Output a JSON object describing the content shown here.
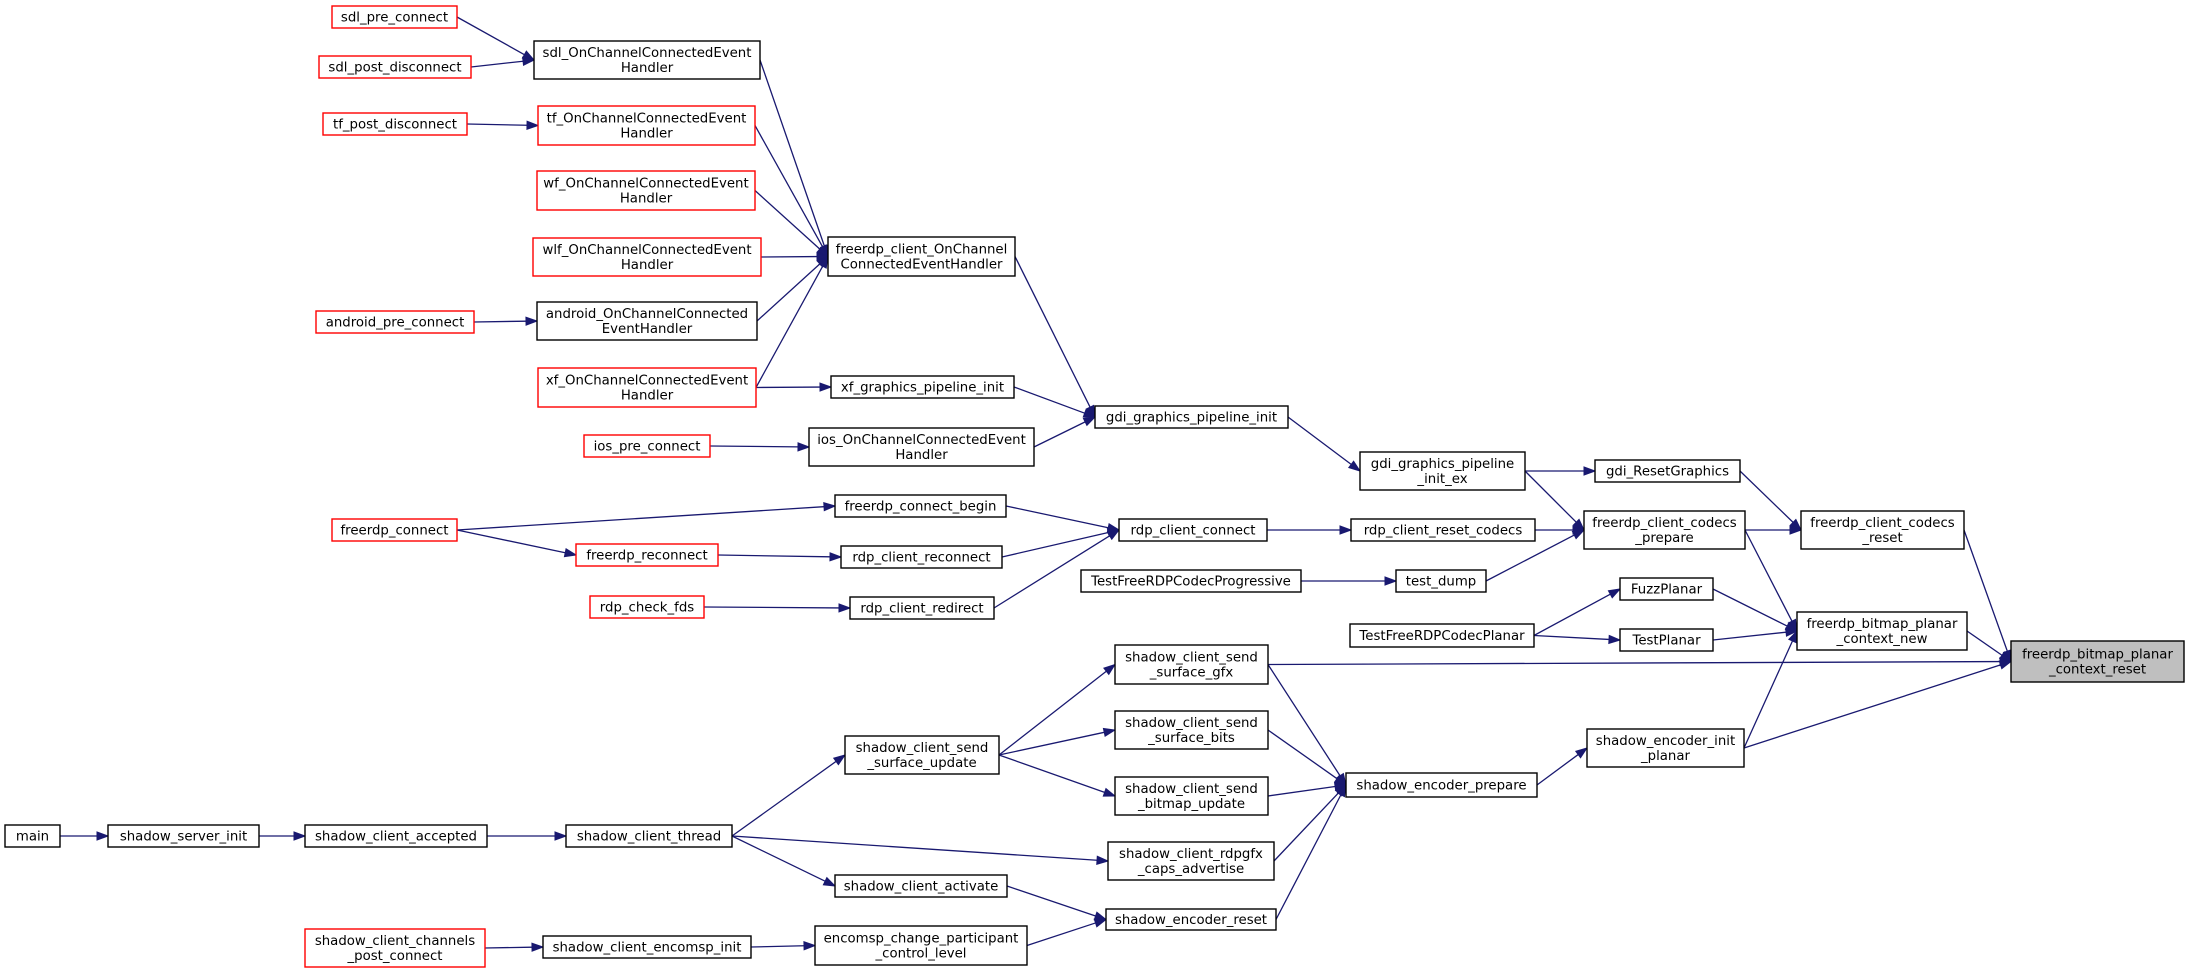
{
  "colors": {
    "edge": "#191970",
    "node_border_normal": "#000000",
    "node_border_truncated": "#ff0000",
    "node_fill": "#ffffff",
    "node_fill_root": "#bfbfbf"
  },
  "nodes": [
    {
      "id": "freerdp_bitmap_planar_context_reset",
      "lines": [
        "freerdp_bitmap_planar",
        "_context_reset"
      ],
      "kind": "root"
    },
    {
      "id": "freerdp_client_codecs_reset",
      "lines": [
        "freerdp_client_codecs",
        "_reset"
      ],
      "kind": "normal"
    },
    {
      "id": "freerdp_bitmap_planar_context_new",
      "lines": [
        "freerdp_bitmap_planar",
        "_context_new"
      ],
      "kind": "normal"
    },
    {
      "id": "shadow_encoder_init_planar",
      "lines": [
        "shadow_encoder_init",
        "_planar"
      ],
      "kind": "normal"
    },
    {
      "id": "gdi_ResetGraphics",
      "lines": [
        "gdi_ResetGraphics"
      ],
      "kind": "normal"
    },
    {
      "id": "freerdp_client_codecs_prepare",
      "lines": [
        "freerdp_client_codecs",
        "_prepare"
      ],
      "kind": "normal"
    },
    {
      "id": "FuzzPlanar",
      "lines": [
        "FuzzPlanar"
      ],
      "kind": "normal"
    },
    {
      "id": "TestPlanar",
      "lines": [
        "TestPlanar"
      ],
      "kind": "normal"
    },
    {
      "id": "gdi_graphics_pipeline_init_ex",
      "lines": [
        "gdi_graphics_pipeline",
        "_init_ex"
      ],
      "kind": "normal"
    },
    {
      "id": "rdp_client_reset_codecs",
      "lines": [
        "rdp_client_reset_codecs"
      ],
      "kind": "normal"
    },
    {
      "id": "test_dump",
      "lines": [
        "test_dump"
      ],
      "kind": "normal"
    },
    {
      "id": "TestFreeRDPCodecPlanar",
      "lines": [
        "TestFreeRDPCodecPlanar"
      ],
      "kind": "normal"
    },
    {
      "id": "shadow_encoder_prepare",
      "lines": [
        "shadow_encoder_prepare"
      ],
      "kind": "normal"
    },
    {
      "id": "gdi_graphics_pipeline_init",
      "lines": [
        "gdi_graphics_pipeline_init"
      ],
      "kind": "normal"
    },
    {
      "id": "rdp_client_connect",
      "lines": [
        "rdp_client_connect"
      ],
      "kind": "normal"
    },
    {
      "id": "TestFreeRDPCodecProgressive",
      "lines": [
        "TestFreeRDPCodecProgressive"
      ],
      "kind": "normal"
    },
    {
      "id": "shadow_client_send_surface_gfx",
      "lines": [
        "shadow_client_send",
        "_surface_gfx"
      ],
      "kind": "normal"
    },
    {
      "id": "shadow_client_send_surface_bits",
      "lines": [
        "shadow_client_send",
        "_surface_bits"
      ],
      "kind": "normal"
    },
    {
      "id": "shadow_client_send_bitmap_update",
      "lines": [
        "shadow_client_send",
        "_bitmap_update"
      ],
      "kind": "normal"
    },
    {
      "id": "shadow_client_rdpgfx_caps_advertise",
      "lines": [
        "shadow_client_rdpgfx",
        "_caps_advertise"
      ],
      "kind": "normal"
    },
    {
      "id": "shadow_encoder_reset",
      "lines": [
        "shadow_encoder_reset"
      ],
      "kind": "normal"
    },
    {
      "id": "freerdp_client_OnChannelConnectedEventHandler",
      "lines": [
        "freerdp_client_OnChannel",
        "ConnectedEventHandler"
      ],
      "kind": "normal"
    },
    {
      "id": "xf_graphics_pipeline_init",
      "lines": [
        "xf_graphics_pipeline_init"
      ],
      "kind": "normal"
    },
    {
      "id": "ios_OnChannelConnectedEventHandler",
      "lines": [
        "ios_OnChannelConnectedEvent",
        "Handler"
      ],
      "kind": "normal"
    },
    {
      "id": "freerdp_connect_begin",
      "lines": [
        "freerdp_connect_begin"
      ],
      "kind": "normal"
    },
    {
      "id": "rdp_client_reconnect",
      "lines": [
        "rdp_client_reconnect"
      ],
      "kind": "normal"
    },
    {
      "id": "rdp_client_redirect",
      "lines": [
        "rdp_client_redirect"
      ],
      "kind": "normal"
    },
    {
      "id": "shadow_client_send_surface_update",
      "lines": [
        "shadow_client_send",
        "_surface_update"
      ],
      "kind": "normal"
    },
    {
      "id": "shadow_client_thread",
      "lines": [
        "shadow_client_thread"
      ],
      "kind": "normal"
    },
    {
      "id": "shadow_client_activate",
      "lines": [
        "shadow_client_activate"
      ],
      "kind": "normal"
    },
    {
      "id": "encomsp_change_participant_control_level",
      "lines": [
        "encomsp_change_participant",
        "_control_level"
      ],
      "kind": "normal"
    },
    {
      "id": "sdl_OnChannelConnectedEventHandler",
      "lines": [
        "sdl_OnChannelConnectedEvent",
        "Handler"
      ],
      "kind": "normal"
    },
    {
      "id": "tf_OnChannelConnectedEventHandler",
      "lines": [
        "tf_OnChannelConnectedEvent",
        "Handler"
      ],
      "kind": "truncated"
    },
    {
      "id": "wf_OnChannelConnectedEventHandler",
      "lines": [
        "wf_OnChannelConnectedEvent",
        "Handler"
      ],
      "kind": "truncated"
    },
    {
      "id": "wlf_OnChannelConnectedEventHandler",
      "lines": [
        "wlf_OnChannelConnectedEvent",
        "Handler"
      ],
      "kind": "truncated"
    },
    {
      "id": "android_OnChannelConnectedEventHandler",
      "lines": [
        "android_OnChannelConnected",
        "EventHandler"
      ],
      "kind": "normal"
    },
    {
      "id": "xf_OnChannelConnectedEventHandler",
      "lines": [
        "xf_OnChannelConnectedEvent",
        "Handler"
      ],
      "kind": "truncated"
    },
    {
      "id": "ios_pre_connect",
      "lines": [
        "ios_pre_connect"
      ],
      "kind": "truncated"
    },
    {
      "id": "freerdp_connect",
      "lines": [
        "freerdp_connect"
      ],
      "kind": "truncated"
    },
    {
      "id": "freerdp_reconnect",
      "lines": [
        "freerdp_reconnect"
      ],
      "kind": "truncated"
    },
    {
      "id": "rdp_check_fds",
      "lines": [
        "rdp_check_fds"
      ],
      "kind": "truncated"
    },
    {
      "id": "shadow_client_accepted",
      "lines": [
        "shadow_client_accepted"
      ],
      "kind": "normal"
    },
    {
      "id": "shadow_client_encomsp_init",
      "lines": [
        "shadow_client_encomsp_init"
      ],
      "kind": "normal"
    },
    {
      "id": "sdl_pre_connect",
      "lines": [
        "sdl_pre_connect"
      ],
      "kind": "truncated"
    },
    {
      "id": "sdl_post_disconnect",
      "lines": [
        "sdl_post_disconnect"
      ],
      "kind": "truncated"
    },
    {
      "id": "tf_post_disconnect",
      "lines": [
        "tf_post_disconnect"
      ],
      "kind": "truncated"
    },
    {
      "id": "android_pre_connect",
      "lines": [
        "android_pre_connect"
      ],
      "kind": "truncated"
    },
    {
      "id": "shadow_server_init",
      "lines": [
        "shadow_server_init"
      ],
      "kind": "normal"
    },
    {
      "id": "shadow_client_channels_post_connect",
      "lines": [
        "shadow_client_channels",
        "_post_connect"
      ],
      "kind": "truncated"
    },
    {
      "id": "main",
      "lines": [
        "main"
      ],
      "kind": "normal"
    }
  ],
  "edges": [
    {
      "from": "freerdp_client_codecs_reset",
      "to": "freerdp_bitmap_planar_context_reset"
    },
    {
      "from": "freerdp_bitmap_planar_context_new",
      "to": "freerdp_bitmap_planar_context_reset"
    },
    {
      "from": "shadow_client_send_surface_gfx",
      "to": "freerdp_bitmap_planar_context_reset"
    },
    {
      "from": "shadow_encoder_init_planar",
      "to": "freerdp_bitmap_planar_context_reset"
    },
    {
      "from": "gdi_ResetGraphics",
      "to": "freerdp_client_codecs_reset"
    },
    {
      "from": "freerdp_client_codecs_prepare",
      "to": "freerdp_client_codecs_reset"
    },
    {
      "from": "freerdp_client_codecs_prepare",
      "to": "freerdp_bitmap_planar_context_new"
    },
    {
      "from": "FuzzPlanar",
      "to": "freerdp_bitmap_planar_context_new"
    },
    {
      "from": "TestPlanar",
      "to": "freerdp_bitmap_planar_context_new"
    },
    {
      "from": "shadow_encoder_init_planar",
      "to": "freerdp_bitmap_planar_context_new"
    },
    {
      "from": "gdi_graphics_pipeline_init_ex",
      "to": "gdi_ResetGraphics"
    },
    {
      "from": "gdi_graphics_pipeline_init_ex",
      "to": "freerdp_client_codecs_prepare"
    },
    {
      "from": "rdp_client_reset_codecs",
      "to": "freerdp_client_codecs_prepare"
    },
    {
      "from": "test_dump",
      "to": "freerdp_client_codecs_prepare"
    },
    {
      "from": "TestFreeRDPCodecPlanar",
      "to": "FuzzPlanar"
    },
    {
      "from": "TestFreeRDPCodecPlanar",
      "to": "TestPlanar"
    },
    {
      "from": "shadow_encoder_prepare",
      "to": "shadow_encoder_init_planar"
    },
    {
      "from": "gdi_graphics_pipeline_init",
      "to": "gdi_graphics_pipeline_init_ex"
    },
    {
      "from": "rdp_client_connect",
      "to": "rdp_client_reset_codecs"
    },
    {
      "from": "TestFreeRDPCodecProgressive",
      "to": "test_dump"
    },
    {
      "from": "shadow_client_send_surface_gfx",
      "to": "shadow_encoder_prepare"
    },
    {
      "from": "shadow_client_send_surface_bits",
      "to": "shadow_encoder_prepare"
    },
    {
      "from": "shadow_client_send_bitmap_update",
      "to": "shadow_encoder_prepare"
    },
    {
      "from": "shadow_client_rdpgfx_caps_advertise",
      "to": "shadow_encoder_prepare"
    },
    {
      "from": "shadow_encoder_reset",
      "to": "shadow_encoder_prepare"
    },
    {
      "from": "freerdp_client_OnChannelConnectedEventHandler",
      "to": "gdi_graphics_pipeline_init"
    },
    {
      "from": "xf_graphics_pipeline_init",
      "to": "gdi_graphics_pipeline_init"
    },
    {
      "from": "ios_OnChannelConnectedEventHandler",
      "to": "gdi_graphics_pipeline_init"
    },
    {
      "from": "freerdp_connect_begin",
      "to": "rdp_client_connect"
    },
    {
      "from": "rdp_client_reconnect",
      "to": "rdp_client_connect"
    },
    {
      "from": "rdp_client_redirect",
      "to": "rdp_client_connect"
    },
    {
      "from": "shadow_client_send_surface_update",
      "to": "shadow_client_send_surface_gfx"
    },
    {
      "from": "shadow_client_send_surface_update",
      "to": "shadow_client_send_surface_bits"
    },
    {
      "from": "shadow_client_send_surface_update",
      "to": "shadow_client_send_bitmap_update"
    },
    {
      "from": "shadow_client_thread",
      "to": "shadow_client_rdpgfx_caps_advertise"
    },
    {
      "from": "shadow_client_activate",
      "to": "shadow_encoder_reset"
    },
    {
      "from": "encomsp_change_participant_control_level",
      "to": "shadow_encoder_reset"
    },
    {
      "from": "sdl_OnChannelConnectedEventHandler",
      "to": "freerdp_client_OnChannelConnectedEventHandler"
    },
    {
      "from": "tf_OnChannelConnectedEventHandler",
      "to": "freerdp_client_OnChannelConnectedEventHandler"
    },
    {
      "from": "wf_OnChannelConnectedEventHandler",
      "to": "freerdp_client_OnChannelConnectedEventHandler"
    },
    {
      "from": "wlf_OnChannelConnectedEventHandler",
      "to": "freerdp_client_OnChannelConnectedEventHandler"
    },
    {
      "from": "android_OnChannelConnectedEventHandler",
      "to": "freerdp_client_OnChannelConnectedEventHandler"
    },
    {
      "from": "xf_OnChannelConnectedEventHandler",
      "to": "freerdp_client_OnChannelConnectedEventHandler"
    },
    {
      "from": "xf_OnChannelConnectedEventHandler",
      "to": "xf_graphics_pipeline_init"
    },
    {
      "from": "ios_pre_connect",
      "to": "ios_OnChannelConnectedEventHandler"
    },
    {
      "from": "freerdp_connect",
      "to": "freerdp_connect_begin"
    },
    {
      "from": "freerdp_connect",
      "to": "freerdp_reconnect"
    },
    {
      "from": "freerdp_reconnect",
      "to": "rdp_client_reconnect"
    },
    {
      "from": "rdp_check_fds",
      "to": "rdp_client_redirect"
    },
    {
      "from": "shadow_client_thread",
      "to": "shadow_client_send_surface_update"
    },
    {
      "from": "shadow_client_thread",
      "to": "shadow_client_activate"
    },
    {
      "from": "shadow_client_encomsp_init",
      "to": "encomsp_change_participant_control_level"
    },
    {
      "from": "sdl_pre_connect",
      "to": "sdl_OnChannelConnectedEventHandler"
    },
    {
      "from": "sdl_post_disconnect",
      "to": "sdl_OnChannelConnectedEventHandler"
    },
    {
      "from": "tf_post_disconnect",
      "to": "tf_OnChannelConnectedEventHandler"
    },
    {
      "from": "android_pre_connect",
      "to": "android_OnChannelConnectedEventHandler"
    },
    {
      "from": "shadow_client_accepted",
      "to": "shadow_client_thread"
    },
    {
      "from": "shadow_client_channels_post_connect",
      "to": "shadow_client_encomsp_init"
    },
    {
      "from": "shadow_server_init",
      "to": "shadow_client_accepted"
    },
    {
      "from": "main",
      "to": "shadow_server_init"
    }
  ]
}
